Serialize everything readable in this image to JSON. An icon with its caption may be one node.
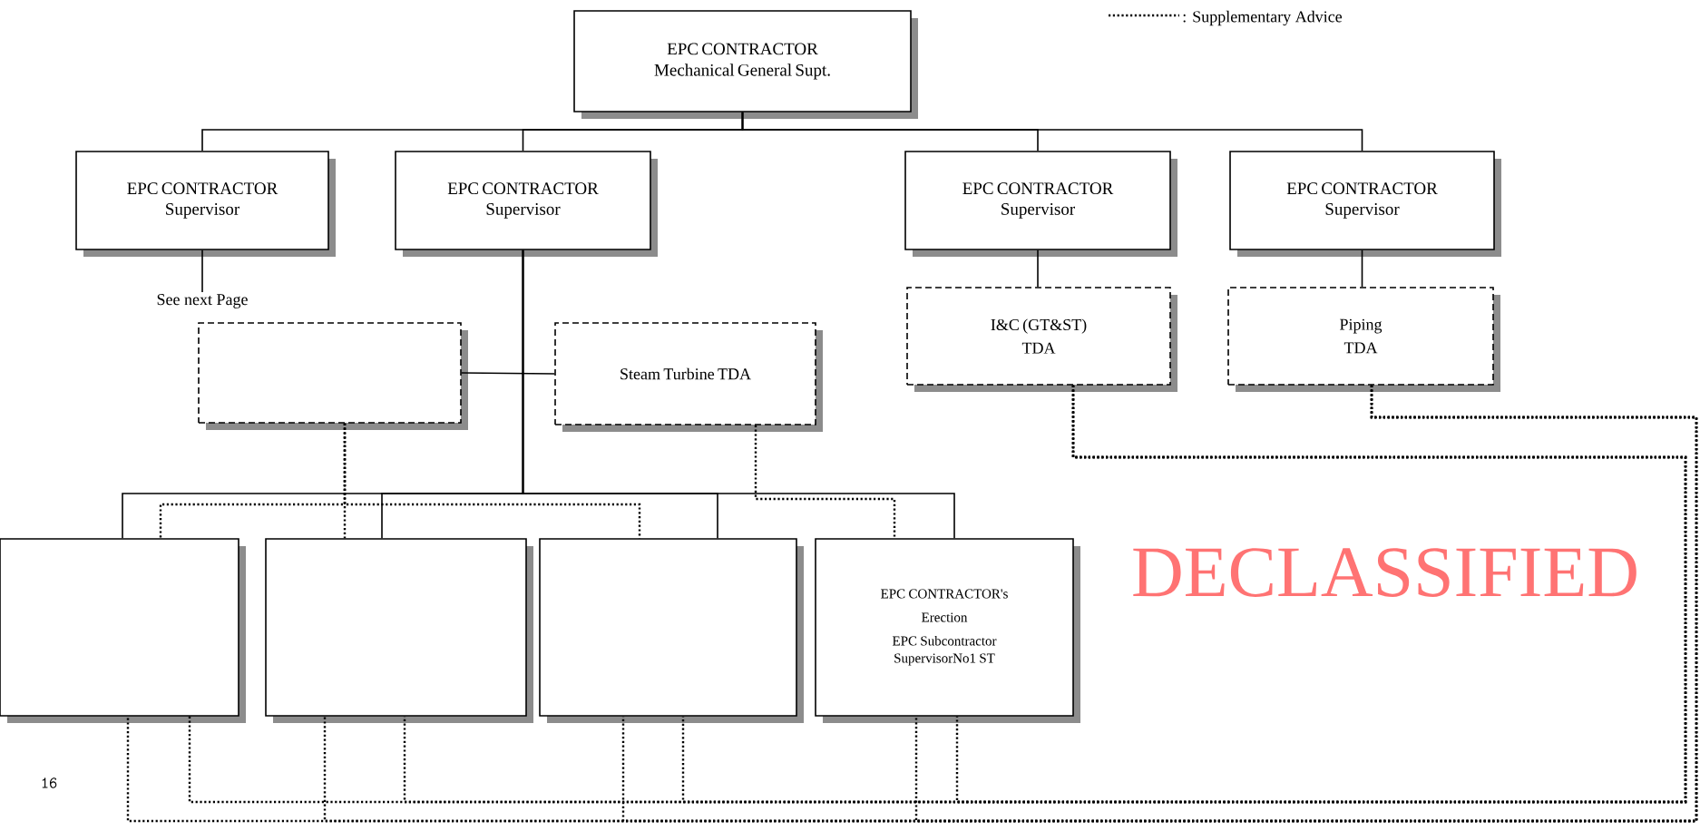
{
  "diagram": {
    "nodes": [
      {
        "text": [
          "EPC CONTRACTOR",
          "Mechanical General Supt."
        ]
      },
      {
        "text": [
          "EPC CONTRACTOR",
          "Supervisor"
        ]
      },
      {
        "text": [
          "EPC CONTRACTOR",
          "Supervisor"
        ]
      },
      {
        "text": [
          "EPC CONTRACTOR",
          "Supervisor"
        ]
      },
      {
        "text": [
          "EPC CONTRACTOR",
          "Supervisor"
        ]
      },
      {
        "text": [
          "See next Page"
        ]
      },
      {
        "text": [],
        "shape": "box"
      },
      {
        "text": [
          "Steam Turbine TDA"
        ]
      },
      {
        "text": [
          "I&C (GT&ST)",
          "TDA"
        ]
      },
      {
        "text": [
          "Piping",
          "TDA"
        ]
      },
      {
        "text": [],
        "shape": "box"
      },
      {
        "text": [],
        "shape": "box"
      },
      {
        "text": [],
        "shape": "box"
      },
      {
        "text": [
          "EPC CONTRACTOR's",
          "Erection",
          "EPC Subcontractor",
          "SupervisorNo1 ST"
        ]
      }
    ],
    "edges": [
      {
        "from": 0,
        "to": 1,
        "arrow": "none"
      },
      {
        "from": 0,
        "to": 2,
        "arrow": "none"
      },
      {
        "from": 0,
        "to": 3,
        "arrow": "none"
      },
      {
        "from": 0,
        "to": 4,
        "arrow": "none"
      },
      {
        "from": 1,
        "to": 5,
        "arrow": "none"
      },
      {
        "from": 2,
        "to": 10,
        "arrow": "none"
      },
      {
        "from": 2,
        "to": 11,
        "arrow": "none"
      },
      {
        "from": 2,
        "to": 12,
        "arrow": "none"
      },
      {
        "from": 2,
        "to": 13,
        "arrow": "none"
      },
      {
        "from": 3,
        "to": 8,
        "arrow": "none"
      },
      {
        "from": 4,
        "to": 9,
        "arrow": "none"
      },
      {
        "from": 6,
        "to": 7,
        "arrow": "none"
      },
      {
        "from": 6,
        "to": 10,
        "arrow": "none",
        "style": "dashed"
      },
      {
        "from": 6,
        "to": 11,
        "arrow": "none",
        "style": "dashed"
      },
      {
        "from": 6,
        "to": 12,
        "arrow": "none",
        "style": "dashed"
      },
      {
        "from": 7,
        "to": 13,
        "arrow": "none",
        "style": "dashed"
      },
      {
        "from": 8,
        "to": 10,
        "arrow": "none",
        "style": "dashed"
      },
      {
        "from": 8,
        "to": 11,
        "arrow": "none",
        "style": "dashed"
      },
      {
        "from": 8,
        "to": 12,
        "arrow": "none",
        "style": "dashed"
      },
      {
        "from": 8,
        "to": 13,
        "arrow": "none",
        "style": "dashed"
      },
      {
        "from": 9,
        "to": 10,
        "arrow": "none",
        "style": "dashed"
      },
      {
        "from": 9,
        "to": 11,
        "arrow": "none",
        "style": "dashed"
      },
      {
        "from": 9,
        "to": 12,
        "arrow": "none",
        "style": "dashed"
      },
      {
        "from": 9,
        "to": 13,
        "arrow": "none",
        "style": "dashed"
      }
    ],
    "labels": [
      "DECLASSIFIED",
      "16"
    ],
    "legend": [
      {
        "text": ": Supplementary Advice"
      }
    ]
  }
}
